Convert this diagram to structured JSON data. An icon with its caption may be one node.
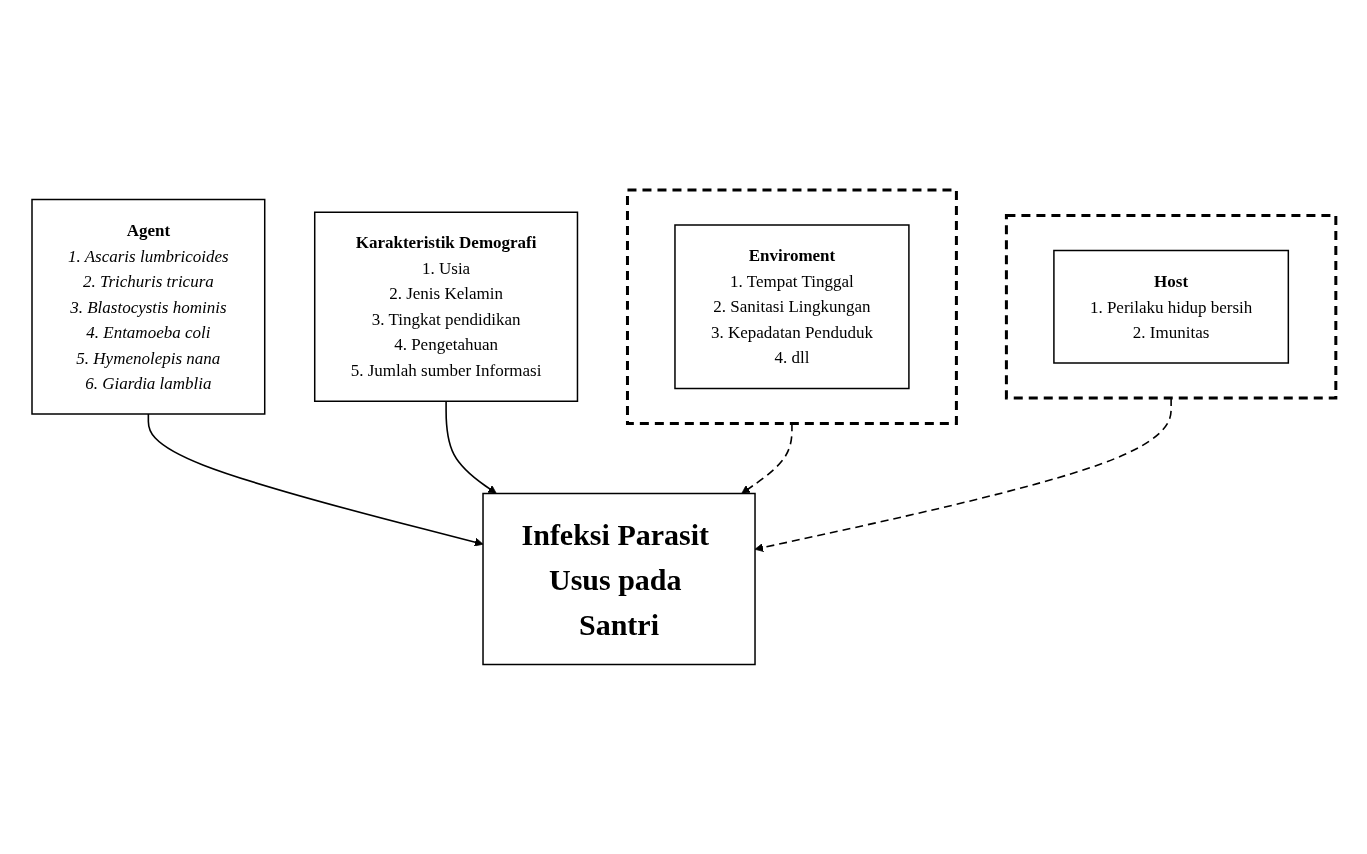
{
  "diagram": {
    "nodes": [
      {
        "text": [],
        "shape": "box"
      },
      {
        "text": [
          "Enviroment",
          "1. Tempat Tinggal",
          "2. Sanitasi Lingkungan",
          "3. Kepadatan Penduduk",
          "4. dll"
        ],
        "in": 0
      },
      {
        "text": [],
        "shape": "box"
      },
      {
        "text": [
          "Host",
          "1. Perilaku hidup bersih",
          "2. Imunitas"
        ],
        "in": 2
      },
      {
        "text": [
          "Agent",
          "1. Ascaris lumbricoides",
          "2. Trichuris tricura",
          "3. Blastocystis hominis",
          "4. Entamoeba coli",
          "5. Hymenolepis nana",
          "6. Giardia lamblia"
        ]
      },
      {
        "text": [
          "Infeksi Parasit Usus pada Santri"
        ]
      },
      {
        "text": [
          "Karakteristik Demografi",
          "1. Usia",
          "2. Jenis Kelamin",
          "3. Tingkat pendidikan",
          "4. Pengetahuan",
          "5. Jumlah sumber Informasi"
        ]
      }
    ],
    "edges": [
      {
        "from": 0,
        "to": 5,
        "arrow": "to",
        "style": "dashed"
      },
      {
        "from": 2,
        "to": 5,
        "arrow": "to",
        "style": "dashed"
      },
      {
        "from": 4,
        "to": 5,
        "arrow": "to"
      },
      {
        "from": 6,
        "to": 5,
        "arrow": "to"
      }
    ]
  }
}
